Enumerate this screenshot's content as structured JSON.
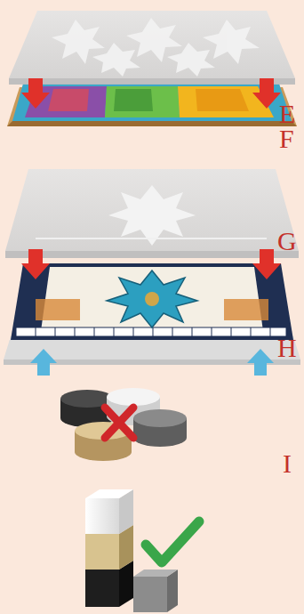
{
  "diagram": {
    "labels": [
      "E",
      "F",
      "G",
      "H",
      "I"
    ]
  }
}
